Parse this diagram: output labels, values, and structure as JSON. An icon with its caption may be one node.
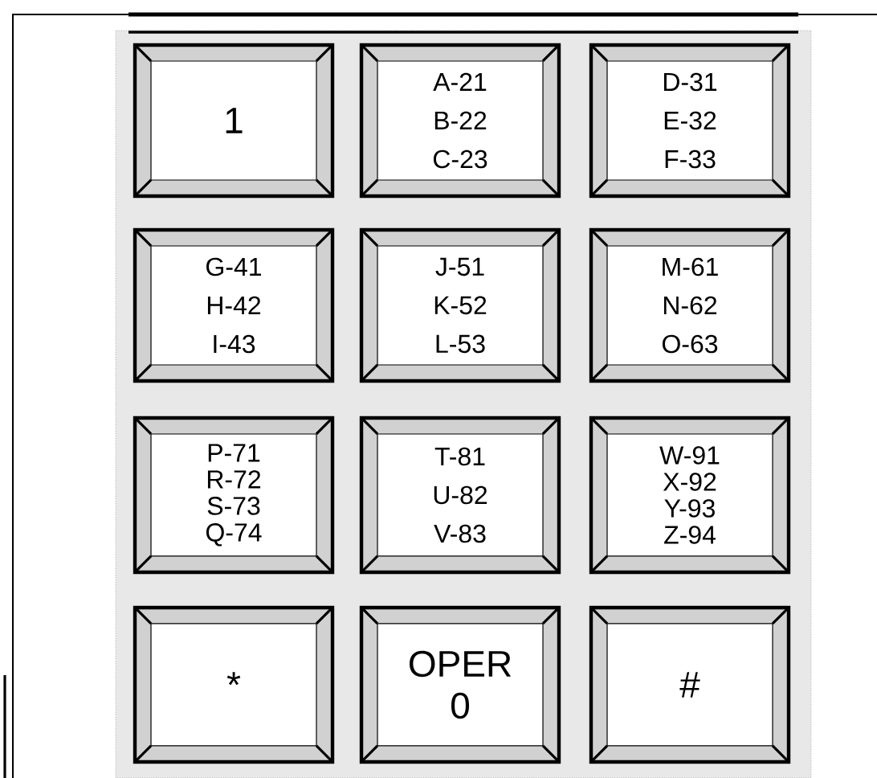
{
  "diagram": {
    "nodes": [
      {
        "text": [
          "1"
        ]
      },
      {
        "text": [
          "A-21",
          "B-22",
          "C-23"
        ]
      },
      {
        "text": [
          "D-31",
          "E-32",
          "F-33"
        ]
      },
      {
        "text": [
          "G-41",
          "H-42",
          "I-43"
        ]
      },
      {
        "text": [
          "J-51",
          "K-52",
          "L-53"
        ]
      },
      {
        "text": [
          "M-61",
          "N-62",
          "O-63"
        ]
      },
      {
        "text": [
          "P-71",
          "R-72",
          "S-73",
          "Q-74"
        ]
      },
      {
        "text": [
          "T-81",
          "U-82",
          "V-83"
        ]
      },
      {
        "text": [
          "W-91",
          "X-92",
          "Y-93",
          "Z-94"
        ]
      },
      {
        "text": [
          "*"
        ]
      },
      {
        "text": [
          "OPER",
          "0"
        ]
      },
      {
        "text": [
          "#"
        ]
      }
    ]
  }
}
